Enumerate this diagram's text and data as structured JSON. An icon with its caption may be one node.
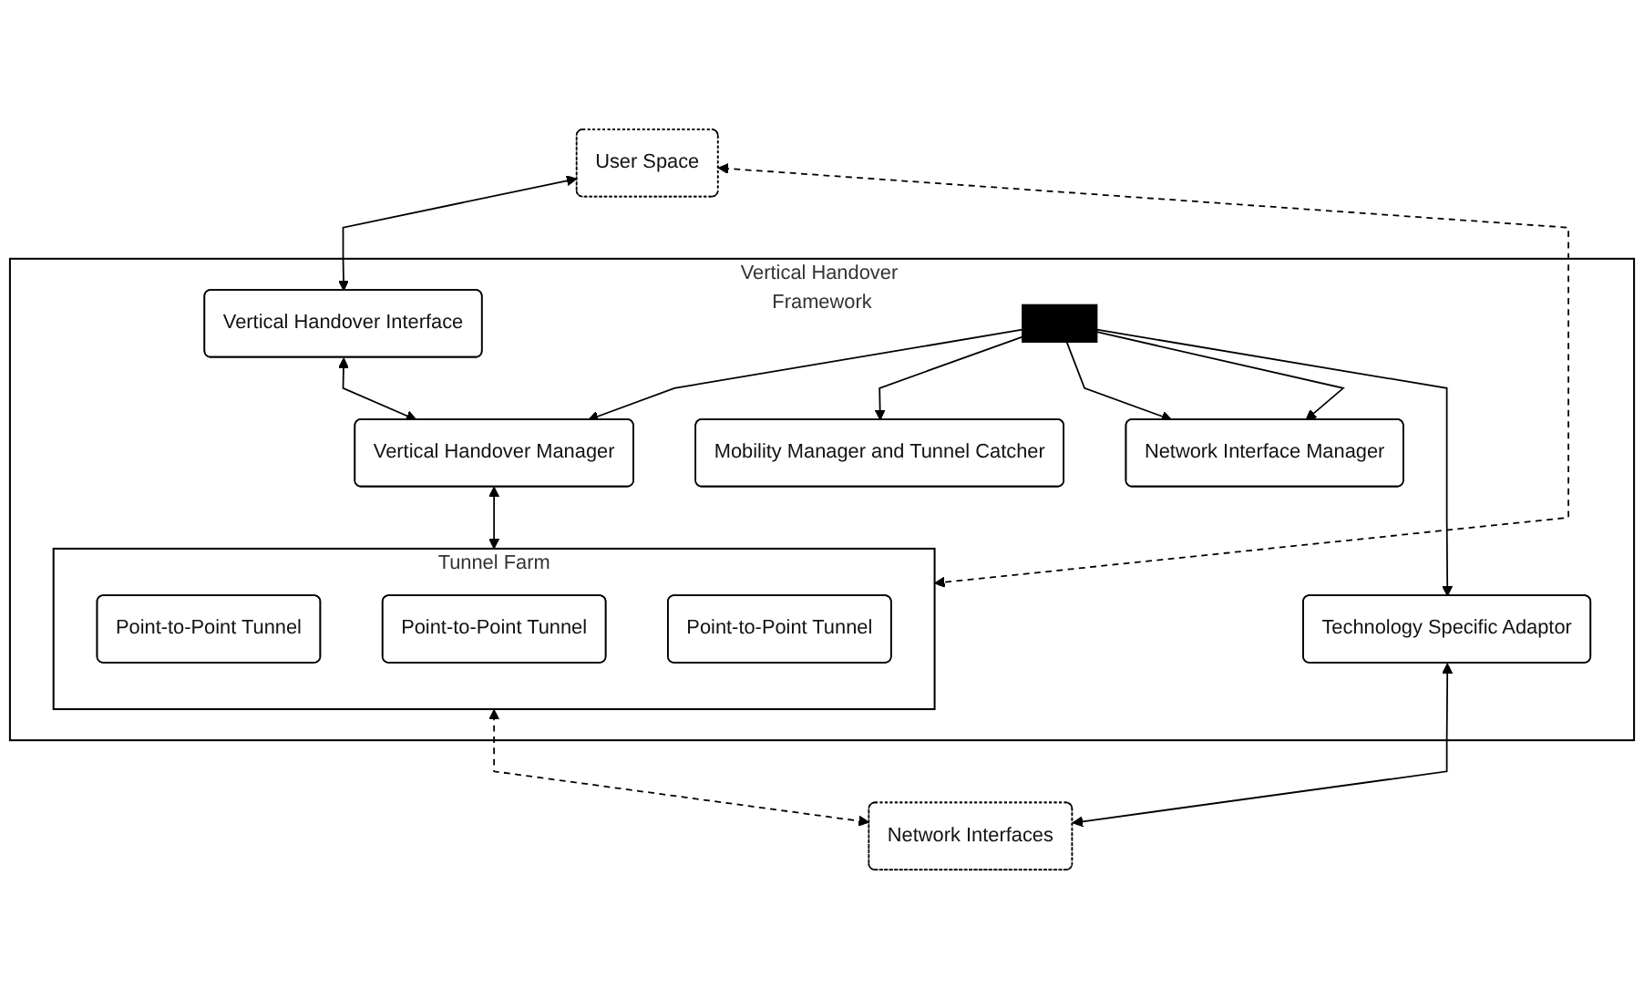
{
  "diagram": {
    "nodes": [
      {
        "text": [
          "User Space"
        ]
      },
      {
        "text": [
          "Vertical Handover Framework"
        ]
      },
      {
        "text": [
          "Vertical Handover Interface"
        ],
        "in": 1
      },
      {
        "text": [
          "Vertical Handover Manager"
        ],
        "in": 1
      },
      {
        "text": [
          "Mobility Manager and Tunnel Catcher"
        ],
        "in": 1
      },
      {
        "text": [
          "Network Interface Manager"
        ],
        "in": 1
      },
      {
        "text": [],
        "shape": "bar",
        "in": 1
      },
      {
        "text": [
          "Tunnel Farm"
        ],
        "in": 1
      },
      {
        "text": [
          "Point-to-Point Tunnel"
        ],
        "in": 7
      },
      {
        "text": [
          "Point-to-Point Tunnel"
        ],
        "in": 7
      },
      {
        "text": [
          "Point-to-Point Tunnel"
        ],
        "in": 7
      },
      {
        "text": [
          "Technology Specific Adaptor"
        ],
        "in": 1
      },
      {
        "text": [
          "Network Interfaces"
        ]
      }
    ],
    "edges": [
      {
        "from": 0,
        "to": 2,
        "arrow": "both"
      },
      {
        "from": 0,
        "to": 7,
        "arrow": "both",
        "style": "dashed"
      },
      {
        "from": 2,
        "to": 3,
        "arrow": "both"
      },
      {
        "from": 3,
        "to": 7,
        "arrow": "both"
      },
      {
        "from": 6,
        "to": 3,
        "arrow": "to"
      },
      {
        "from": 6,
        "to": 4,
        "arrow": "to"
      },
      {
        "from": 6,
        "to": 5,
        "arrow": "to"
      },
      {
        "from": 6,
        "to": 5,
        "arrow": "to"
      },
      {
        "from": 6,
        "to": 11,
        "arrow": "to"
      },
      {
        "from": 11,
        "to": 12,
        "arrow": "both"
      },
      {
        "from": 7,
        "to": 12,
        "arrow": "both",
        "style": "dashed"
      }
    ]
  }
}
